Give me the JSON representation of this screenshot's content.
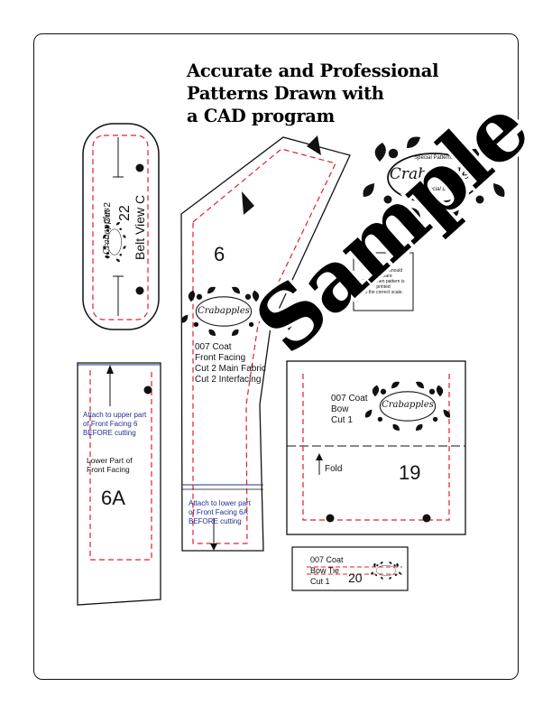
{
  "headline": "Accurate and Professional\nPatterns Drawn with\na CAD program",
  "logo": {
    "top_text": "Special Patterns",
    "name": "Crabapples",
    "bottom_text": "For Special Dolls"
  },
  "belt_piece": {
    "cut": "Cut 2",
    "number": "22",
    "name": "Belt View C"
  },
  "front_facing": {
    "number": "6",
    "lines": "007 Coat\nFront Facing\nCut  2 Main Fabric\nCut 2 Interfacing",
    "attach_note": "Attach to lower part\nof Front Facing  6A\nBEFORE cutting"
  },
  "lower_facing": {
    "attach_note": "Attach to upper part\nof Front Facing 6\nBEFORE cutting",
    "label": "Lower Part of\nFront Facing",
    "number": "6A"
  },
  "bow": {
    "label": "007 Coat\nBow\nCut 1",
    "fold": "Fold",
    "number": "19"
  },
  "bow_tie": {
    "line1": "007 Coat",
    "line2": "Bow Tie",
    "line3": "Cut 1",
    "number": "20"
  },
  "scale_square_note": "This square should measure\n1\"x1\" when pattern is printed\nto the correct scale.",
  "watermark": "Sample",
  "colors": {
    "seam_line": "#e0202a",
    "note_text": "#1f2f8f",
    "outline": "#111111"
  }
}
